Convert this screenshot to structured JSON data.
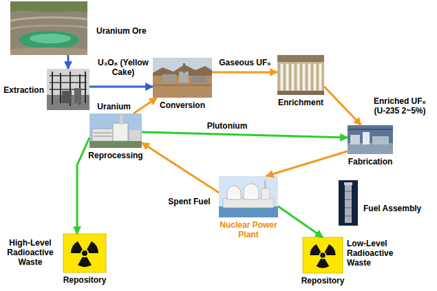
{
  "diagram": {
    "nodes": [
      {
        "text": [
          "Uranium Ore"
        ]
      },
      {
        "text": [
          "Extraction"
        ]
      },
      {
        "text": [
          "Conversion"
        ]
      },
      {
        "text": [
          "Enrichment"
        ]
      },
      {
        "text": [
          "Reprocessing"
        ]
      },
      {
        "text": [
          "Fabrication"
        ]
      },
      {
        "text": [
          "Nuclear Power Plant"
        ]
      },
      {
        "text": [
          "Fuel Assembly"
        ]
      },
      {
        "text": [
          "High-Level Radioactive Waste",
          "Repository"
        ]
      },
      {
        "text": [
          "Low-Level Radioactive Waste",
          "Repository"
        ]
      }
    ],
    "edges": [
      {
        "from": 0,
        "to": 1,
        "arrow": "to"
      },
      {
        "from": 1,
        "to": 2,
        "label": "U₃O₈ (Yellow Cake)",
        "arrow": "to"
      },
      {
        "from": 2,
        "to": 3,
        "label": "Gaseous UF₆",
        "arrow": "to"
      },
      {
        "from": 3,
        "to": 5,
        "label": "Enriched UF₆ (U-235 2~5%)",
        "arrow": "to"
      },
      {
        "from": 4,
        "to": 2,
        "label": "Uranium",
        "arrow": "to"
      },
      {
        "from": 4,
        "to": 5,
        "label": "Plutonium",
        "arrow": "to"
      },
      {
        "from": 5,
        "to": 6,
        "arrow": "to"
      },
      {
        "from": 6,
        "to": 4,
        "label": "Spent Fuel",
        "arrow": "to"
      },
      {
        "from": 4,
        "to": 8,
        "arrow": "to"
      },
      {
        "from": 6,
        "to": 9,
        "arrow": "to"
      }
    ]
  }
}
